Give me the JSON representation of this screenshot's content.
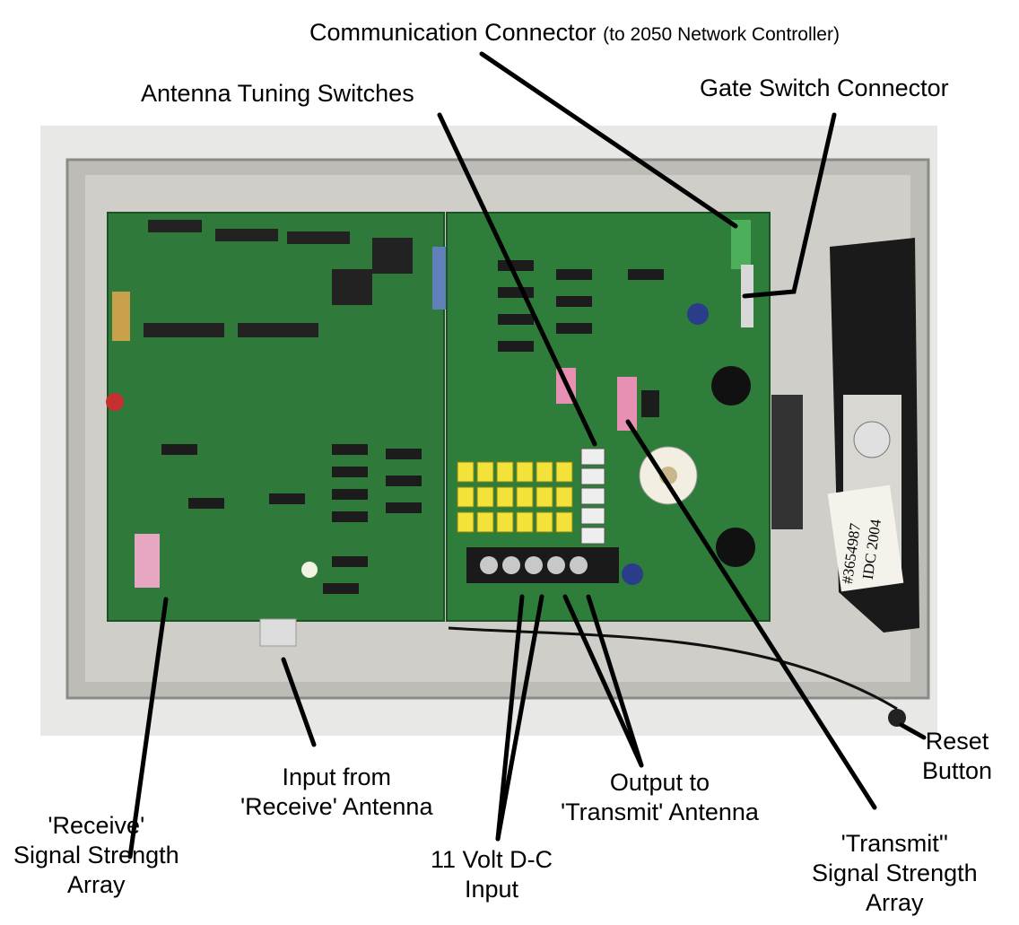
{
  "labels": {
    "communication_connector": "Communication Connector",
    "communication_connector_note": "(to 2050 Network Controller)",
    "antenna_tuning_switches": "Antenna Tuning Switches",
    "gate_switch_connector": "Gate Switch Connector",
    "reset_button": [
      "Reset",
      "Button"
    ],
    "input_receive": [
      "Input from",
      "'Receive' Antenna"
    ],
    "output_transmit": [
      "Output to",
      "'Transmit' Antenna"
    ],
    "receive_array": [
      "'Receive'",
      "Signal Strength",
      "Array"
    ],
    "dc_input": [
      "11 Volt D-C",
      "Input"
    ],
    "transmit_array": [
      "'Transmit''",
      "Signal Strength",
      "Array"
    ]
  },
  "photo": {
    "handwritten_tag": [
      "#3654987",
      "IDC 2004"
    ]
  }
}
